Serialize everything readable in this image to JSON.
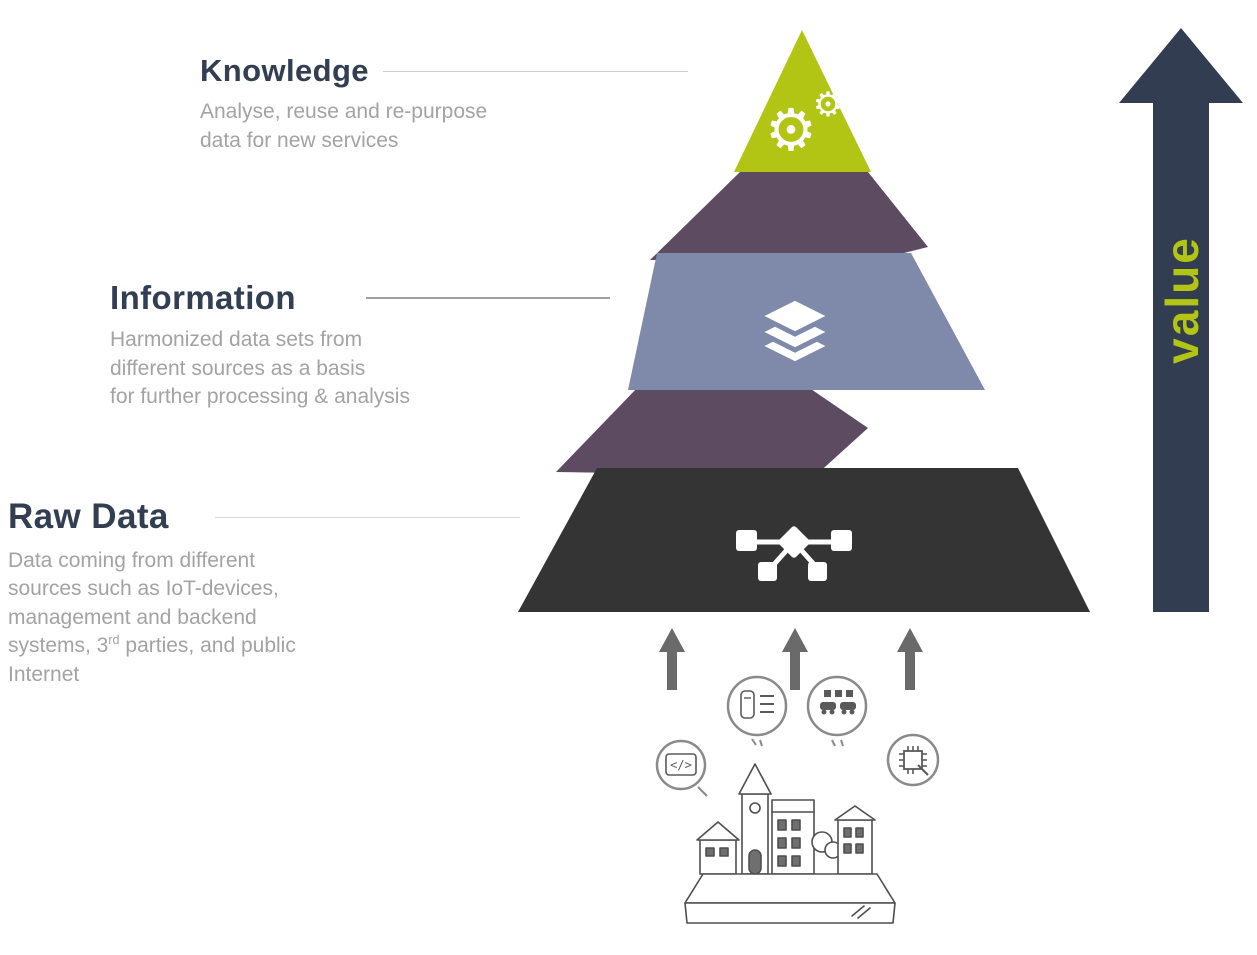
{
  "levels": {
    "knowledge": {
      "heading": "Knowledge",
      "description": "Analyse, reuse and re-purpose\ndata for new services",
      "icon": "gears-icon",
      "color": "#b3c514"
    },
    "information": {
      "heading": "Information",
      "description": "Harmonized data sets from\ndifferent sources as a basis\nfor further processing & analysis",
      "icon": "layers-icon",
      "color": "#7f89aa"
    },
    "raw_data": {
      "heading": "Raw Data",
      "description_part1": "Data coming from different\nsources such as IoT-devices,\nmanagement and backend\nsystems, 3",
      "description_sup": "rd",
      "description_part2": " parties, and public\nInternet",
      "icon": "network-icon",
      "color": "#343434"
    }
  },
  "connectors": {
    "color": "#5d4b61"
  },
  "value_arrow": {
    "label": "value",
    "color": "#323d52",
    "label_color": "#b3c514"
  },
  "glyphs": {
    "gear_large": "⚙",
    "gear_small": "⚙",
    "code": "</>"
  },
  "bottom": {
    "source_icons": [
      "code-icon",
      "meter-icon",
      "cars-icon",
      "chip-icon"
    ],
    "arrow_count": 3
  },
  "text_colors": {
    "heading": "#323e52",
    "body": "#a3a3a3"
  }
}
